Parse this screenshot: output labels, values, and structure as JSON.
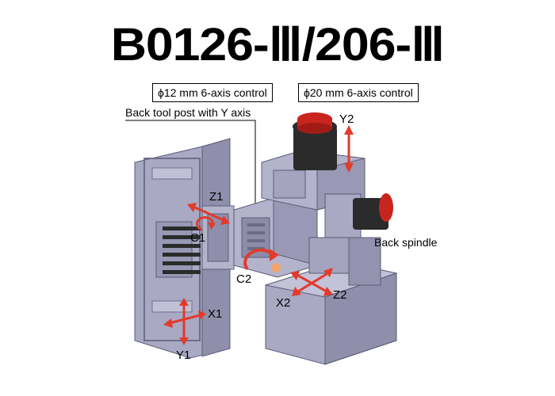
{
  "title": "B0126-Ⅲ/206-Ⅲ",
  "specs": {
    "left": "ϕ12 mm 6-axis control",
    "right": "ϕ20 mm 6-axis control"
  },
  "callouts": {
    "back_tool_post": "Back tool post with Y axis",
    "back_spindle": "Back spindle"
  },
  "axes": {
    "y2": "Y2",
    "z1": "Z1",
    "c1": "C1",
    "c2": "C2",
    "x2": "X2",
    "z2": "Z2",
    "x1": "X1",
    "y1": "Y1"
  },
  "colors": {
    "machine_body": "#a9a9c4",
    "machine_shadow": "#7d7d9a",
    "arrow": "#e23b2a",
    "motor_cap": "#c9251f",
    "motor_body": "#2b2b2b"
  }
}
